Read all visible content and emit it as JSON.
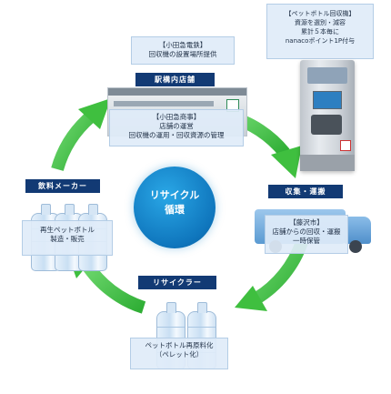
{
  "center": {
    "line1": "リサイクル",
    "line2": "循環"
  },
  "machine_box": {
    "line1": "【ペットボトル回収機】",
    "line2": "資源を選別・減容",
    "line3": "累計５本毎に",
    "line4": "nanacoポイント1P付与"
  },
  "top_note": {
    "line1": "【小田急電鉄】",
    "line2": "回収機の設置場所提供"
  },
  "store_tag": "駅構内店舗",
  "store_note": {
    "line1": "【小田急商事】",
    "line2": "店舗の運営",
    "line3": "回収機の運用・回収資源の管理"
  },
  "collect_tag": "収集・運搬",
  "collect_note": {
    "line1": "【藤沢市】",
    "line2": "店舗からの回収・運搬",
    "line3": "一時保管"
  },
  "recycler_tag": "リサイクラー",
  "recycler_note": {
    "line1": "ペットボトル再原料化",
    "line2": "（ペレット化）"
  },
  "maker_tag": "飲料メーカー",
  "maker_note": {
    "line1": "再生ペットボトル",
    "line2": "製造・販売"
  },
  "colors": {
    "arrow": "#3fbf3f",
    "arrow_dark": "#2d9a2d",
    "tag": "#123a74",
    "circle": "#1486c8",
    "note": "#dfecf8"
  }
}
